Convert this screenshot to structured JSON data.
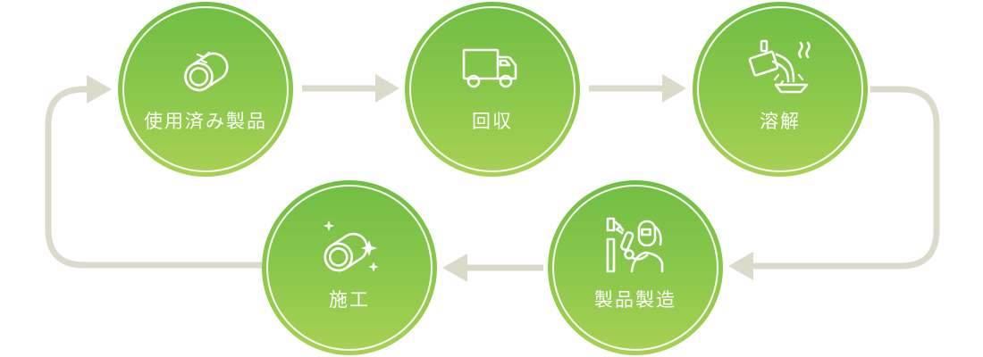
{
  "diagram": {
    "type": "cyclic-process-flow",
    "steps": [
      {
        "label": "使用済み製品",
        "icon": "cracked-pipe-icon"
      },
      {
        "label": "回収",
        "icon": "truck-icon"
      },
      {
        "label": "溶解",
        "icon": "melting-pour-icon"
      },
      {
        "label": "製品製造",
        "icon": "welding-icon"
      },
      {
        "label": "施工",
        "icon": "sparkling-pipe-icon"
      }
    ],
    "flow": "使用済み製品 → 回収 → 溶解 → 製品製造 → 施工 → (戻る) 使用済み製品"
  },
  "colors": {
    "circle_gradient_top": "#70BE44",
    "circle_gradient_bottom": "#A9D154",
    "inner_ring": "#FFFFFF",
    "icon_and_text": "#FFFFFF",
    "arrow": "#DCDBCB",
    "background": "#FFFFFF"
  }
}
